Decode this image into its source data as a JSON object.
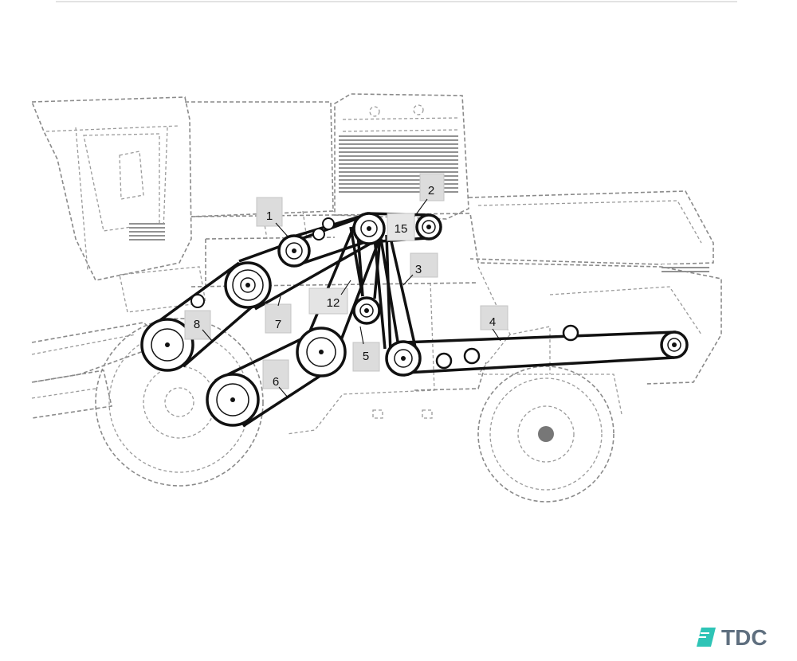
{
  "diagram": {
    "callouts": [
      "1",
      "2",
      "3",
      "4",
      "5",
      "6",
      "7",
      "8",
      "12",
      "15"
    ]
  },
  "logo": {
    "text": "TDC",
    "accent_color": "#2ec4b6",
    "text_color": "#5f6f7f"
  },
  "colors": {
    "belt": "#111111",
    "outline": "#8a8a8a",
    "callout_fill": "#dcdcdc"
  }
}
